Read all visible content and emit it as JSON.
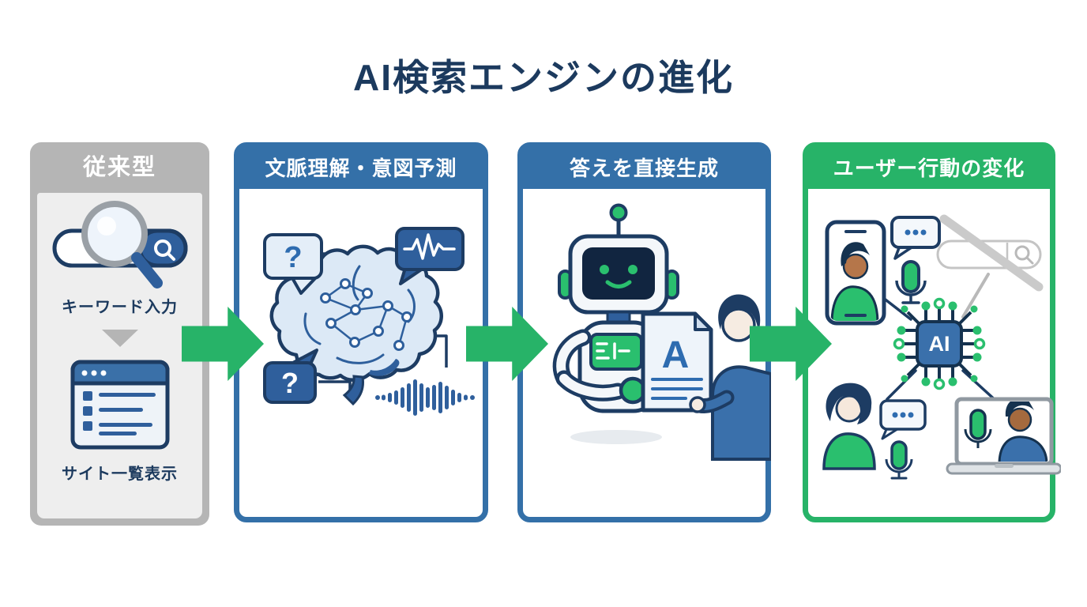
{
  "title": "AI検索エンジンの進化",
  "colors": {
    "title_navy": "#1c3a5e",
    "outline_navy": "#1d3c63",
    "header_blue": "#3470a8",
    "header_green": "#27b368",
    "header_gray": "#b5b5b5",
    "arrow_green": "#27b368",
    "mid_blue": "#2f5f9c",
    "icon_green": "#2abf6e",
    "light_blue": "#dce9f6",
    "panel1_body_gray": "#eeeeee"
  },
  "panel1": {
    "header": "従来型",
    "label_keyword_input": "キーワード入力",
    "label_site_list": "サイト一覧表示"
  },
  "panel2": {
    "header": "文脈理解・意図予測",
    "question_mark": "?"
  },
  "panel3": {
    "header": "答えを直接生成",
    "document_letter": "A"
  },
  "panel4": {
    "header": "ユーザー行動の変化",
    "chip_label": "AI"
  }
}
